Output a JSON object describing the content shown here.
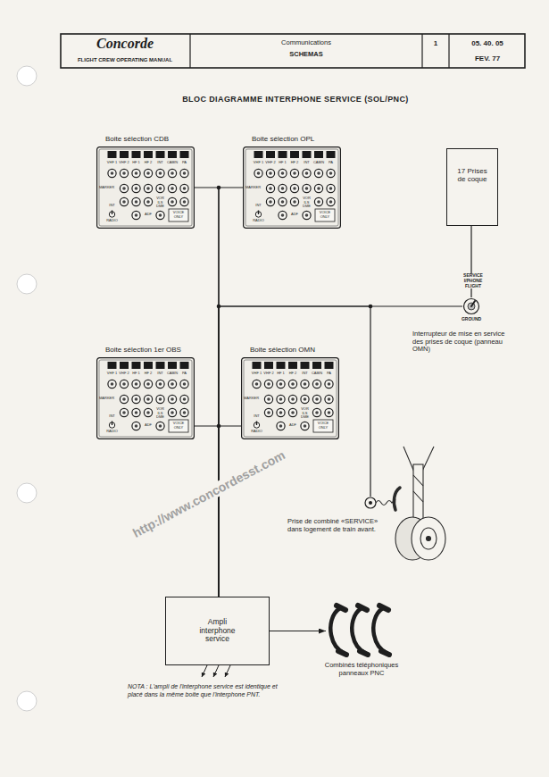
{
  "diagram": {
    "title": "BLOC DIAGRAMME INTERPHONE SERVICE (SOL/PNC)",
    "nodes": [
      {
        "text": [
          "Boite sélection CDB",
          "VHF 1",
          "VHF 2",
          "HF 1",
          "HF 2",
          "INT",
          "CABIN",
          "PA",
          "MARKER",
          "VOR ILS DME",
          "INT",
          "RADIO",
          "ADF",
          "VOICE ONLY"
        ]
      },
      {
        "text": [
          "Boite sélection OPL",
          "VHF 1",
          "VHF 2",
          "HF 1",
          "HF 2",
          "INT",
          "CABIN",
          "PA",
          "MARKER",
          "VOR ILS DME",
          "INT",
          "RADIO",
          "ADF",
          "VOICE ONLY"
        ]
      },
      {
        "text": [
          "17 Prises de coque"
        ]
      },
      {
        "text": [
          "SERVICE I/PHONE FLIGHT",
          "GROUND",
          "Interrupteur de mise en service des prises de coque (panneau OMN)"
        ]
      },
      {
        "text": [
          "Boite sélection 1er OBS",
          "VHF 1",
          "VHF 2",
          "HF 1",
          "HF 2",
          "INT",
          "CABIN",
          "PA",
          "MARKER",
          "VOR ILS DME",
          "INT",
          "RADIO",
          "ADF",
          "VOICE ONLY"
        ]
      },
      {
        "text": [
          "Boite sélection OMN",
          "VHF 1",
          "VHF 2",
          "HF 1",
          "HF 2",
          "INT",
          "CABIN",
          "PA",
          "MARKER",
          "VOR ILS DME",
          "INT",
          "RADIO",
          "ADF",
          "VOICE ONLY"
        ]
      },
      {
        "text": [
          "Prise de combiné «SERVICE» dans logement de train avant."
        ]
      },
      {
        "text": [
          "Ampli interphone service"
        ]
      },
      {
        "text": [
          "Combinés téléphoniques panneaux PNC"
        ]
      }
    ],
    "edges": [
      {
        "from": 0,
        "to": 7,
        "arrow": "none"
      },
      {
        "from": 1,
        "to": 7,
        "arrow": "none"
      },
      {
        "from": 4,
        "to": 7,
        "arrow": "none"
      },
      {
        "from": 5,
        "to": 7,
        "arrow": "none"
      },
      {
        "from": 3,
        "to": 7,
        "arrow": "none"
      },
      {
        "from": 6,
        "to": 7,
        "arrow": "none"
      },
      {
        "from": 3,
        "to": 2,
        "arrow": "none"
      },
      {
        "from": 7,
        "to": 8,
        "arrow": "to"
      }
    ],
    "labels": [
      "Concorde",
      "FLIGHT CREW OPERATING MANUAL",
      "Communications",
      "SCHEMAS",
      "1",
      "05. 40. 05",
      "FEV. 77",
      "NOTA : L'ampli de l'interphone service est identique et placé dans la même boite que l'interphone PNT.",
      "http://www.concordesst.com"
    ]
  }
}
